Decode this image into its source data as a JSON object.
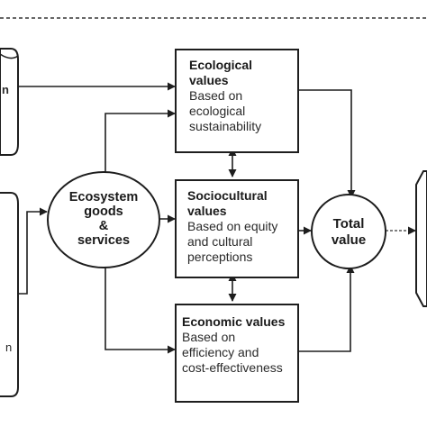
{
  "diagram": {
    "ecological": {
      "title_1": "Ecological",
      "title_2": "values",
      "desc": [
        "Based on",
        "ecological",
        "sustainability"
      ]
    },
    "sociocultural": {
      "title_1": "Sociocultural",
      "title_2": "values",
      "desc": [
        "Based on equity",
        "and cultural",
        "perceptions"
      ]
    },
    "economic": {
      "title": "Economic values",
      "desc": [
        "Based on",
        "efficiency and",
        "cost-effectiveness"
      ]
    },
    "ecosystem": {
      "lines": [
        "Ecosystem",
        "goods",
        "&",
        "services"
      ]
    },
    "total": {
      "lines": [
        "Total",
        "value"
      ]
    },
    "left_fragments": {
      "top_letter": "n",
      "bottom_letter": "n"
    },
    "colors": {
      "stroke": "#1e1e1e",
      "text": "#1a1a1a",
      "background": "#ffffff"
    }
  }
}
